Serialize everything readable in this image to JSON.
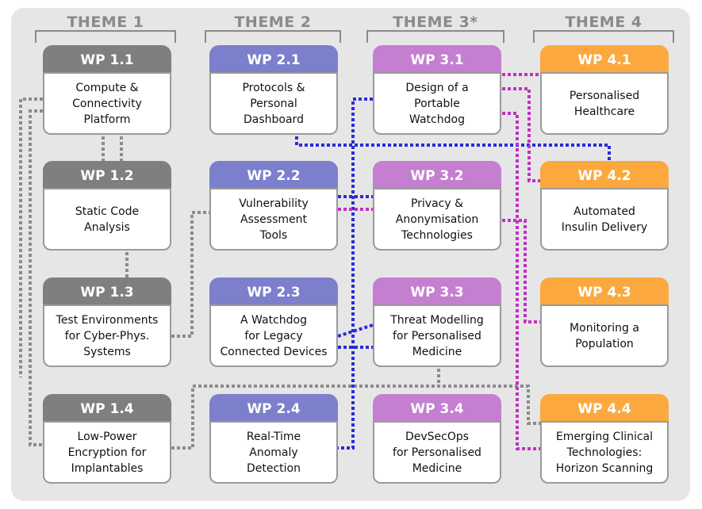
{
  "themes": [
    {
      "title": "THEME 1",
      "color": "#7f7f7f",
      "packages": [
        {
          "id": "WP 1.1",
          "name": "Compute &\nConnectivity\nPlatform"
        },
        {
          "id": "WP 1.2",
          "name": "Static Code\nAnalysis"
        },
        {
          "id": "WP 1.3",
          "name": "Test Environments\nfor Cyber-Phys.\nSystems"
        },
        {
          "id": "WP 1.4",
          "name": "Low-Power\nEncryption for\nImplantables"
        }
      ]
    },
    {
      "title": "THEME 2",
      "color": "#7b7fcc",
      "packages": [
        {
          "id": "WP 2.1",
          "name": "Protocols &\nPersonal\nDashboard"
        },
        {
          "id": "WP 2.2",
          "name": "Vulnerability\nAssessment\nTools"
        },
        {
          "id": "WP 2.3",
          "name": "A Watchdog\nfor Legacy\nConnected Devices"
        },
        {
          "id": "WP 2.4",
          "name": "Real-Time\nAnomaly\nDetection"
        }
      ]
    },
    {
      "title": "THEME 3*",
      "color": "#c47fd0",
      "packages": [
        {
          "id": "WP 3.1",
          "name": "Design of a\nPortable\nWatchdog"
        },
        {
          "id": "WP 3.2",
          "name": "Privacy &\nAnonymisation\nTechnologies"
        },
        {
          "id": "WP 3.3",
          "name": "Threat Modelling\nfor Personalised\nMedicine"
        },
        {
          "id": "WP 3.4",
          "name": "DevSecOps\nfor Personalised\nMedicine"
        }
      ]
    },
    {
      "title": "THEME 4",
      "color": "#fba93f",
      "packages": [
        {
          "id": "WP 4.1",
          "name": "Personalised\nHealthcare"
        },
        {
          "id": "WP 4.2",
          "name": "Automated\nInsulin Delivery"
        },
        {
          "id": "WP 4.3",
          "name": "Monitoring a\nPopulation"
        },
        {
          "id": "WP 4.4",
          "name": "Emerging Clinical\nTechnologies:\nHorizon Scanning"
        }
      ]
    }
  ],
  "link_colors": {
    "grey": "#8c8c8c",
    "blue": "#2b2bd6",
    "magenta": "#c42fc4"
  }
}
